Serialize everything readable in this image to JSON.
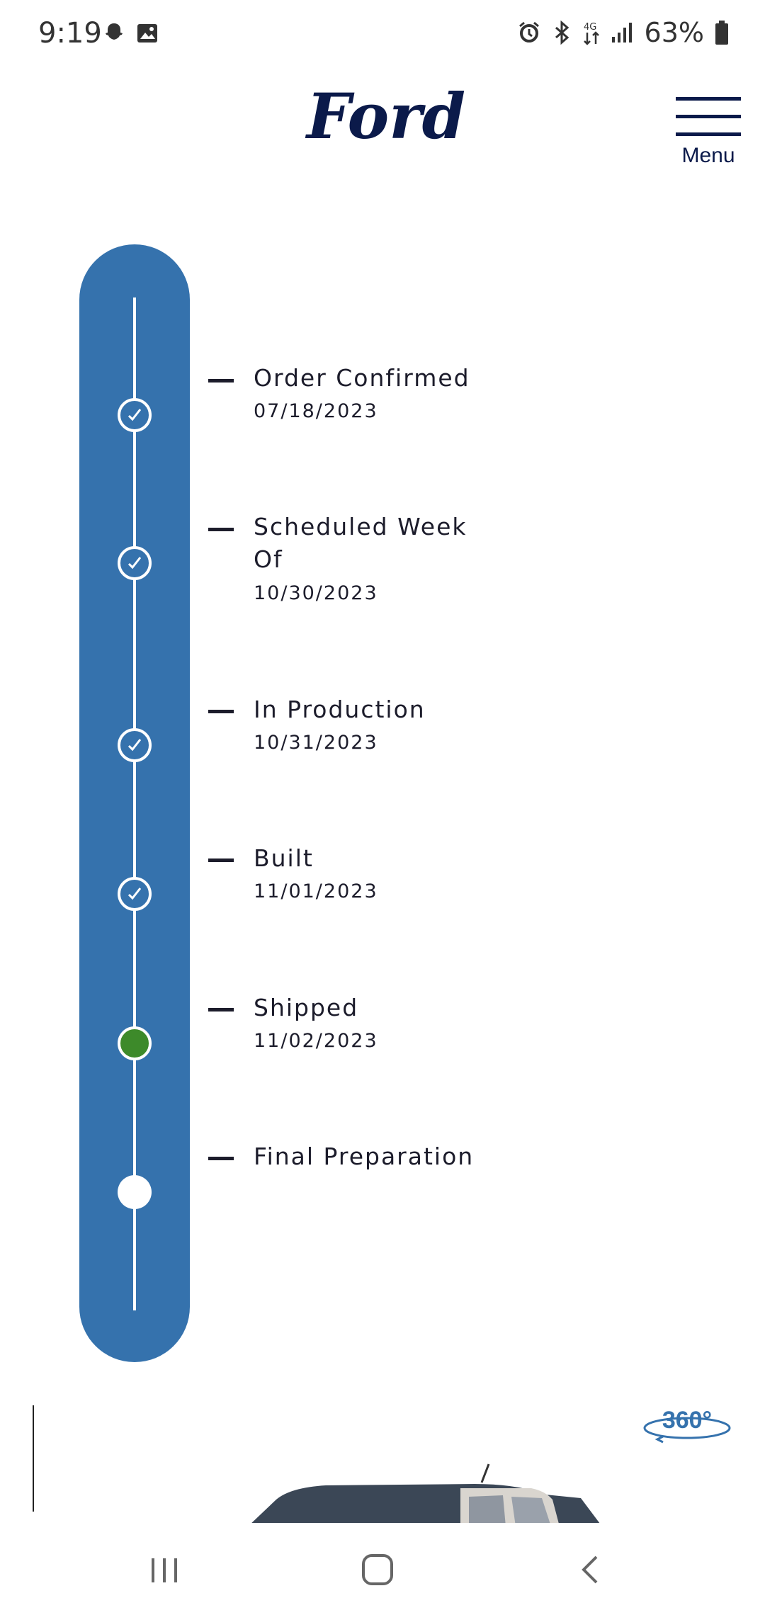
{
  "status_bar": {
    "time": "9:19",
    "battery": "63%"
  },
  "header": {
    "brand": "Ford",
    "menu_label": "Menu"
  },
  "tracker": {
    "accent": "#3572ad",
    "steps": [
      {
        "title": "Order Confirmed",
        "date": "07/18/2023",
        "state": "done"
      },
      {
        "title": "Scheduled Week Of",
        "date": "10/30/2023",
        "state": "done"
      },
      {
        "title": "In Production",
        "date": "10/31/2023",
        "state": "done"
      },
      {
        "title": "Built",
        "date": "11/01/2023",
        "state": "done"
      },
      {
        "title": "Shipped",
        "date": "11/02/2023",
        "state": "current"
      },
      {
        "title": "Final Preparation",
        "date": "",
        "state": "pending"
      }
    ]
  },
  "vehicle": {
    "view_badge": "360°"
  },
  "icons": {
    "status_left": [
      "snapchat-icon",
      "gallery-icon"
    ],
    "status_right": [
      "alarm-icon",
      "bluetooth-icon",
      "data-4g-icon",
      "signal-icon",
      "battery-icon"
    ],
    "nav": [
      "recents-icon",
      "home-icon",
      "back-icon"
    ]
  }
}
